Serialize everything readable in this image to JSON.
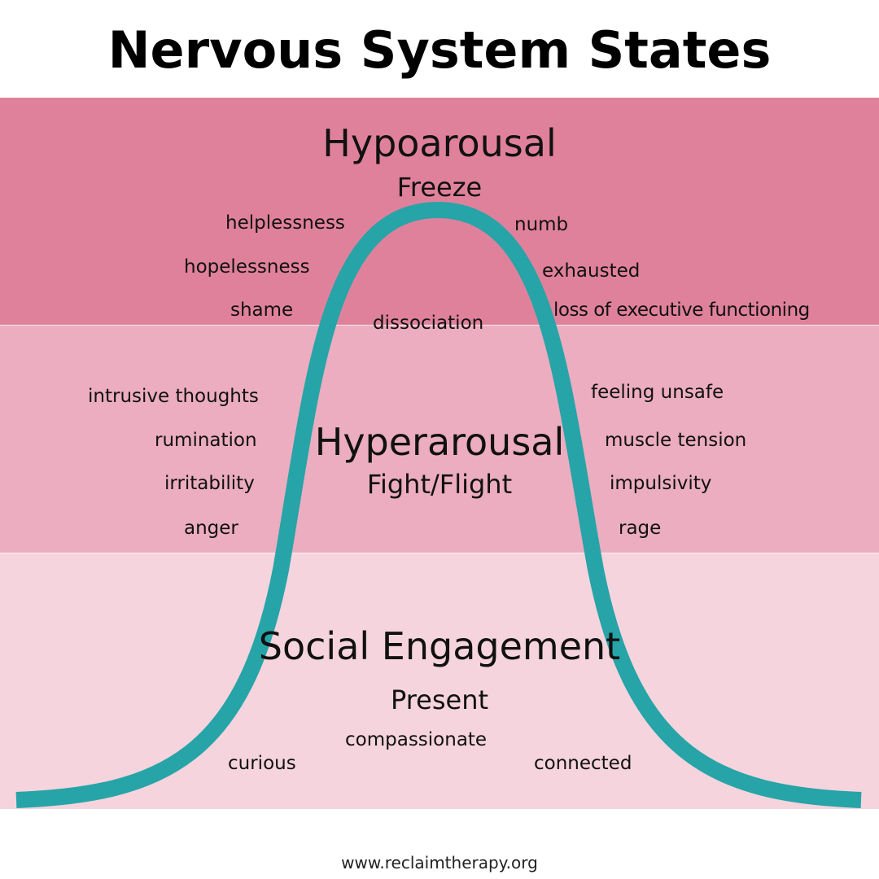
{
  "title": "Nervous System States",
  "colors": {
    "hypo_band": "#E0819C",
    "hyper_band": "#EBADBF",
    "social_band": "#F5D4DD",
    "curve": "#26A4A8",
    "text": "#111111"
  },
  "zones": {
    "hypo": {
      "title": "Hypoarousal",
      "subtitle": "Freeze",
      "left": [
        "helplessness",
        "hopelessness",
        "shame"
      ],
      "center": "dissociation",
      "right": [
        "numb",
        "exhausted",
        "loss of executive functioning"
      ]
    },
    "hyper": {
      "title": "Hyperarousal",
      "subtitle": "Fight/Flight",
      "left": [
        "intrusive thoughts",
        "rumination",
        "irritability",
        "anger"
      ],
      "right": [
        "feeling unsafe",
        "muscle tension",
        "impulsivity",
        "rage"
      ]
    },
    "social": {
      "title": "Social Engagement",
      "subtitle": "Present",
      "words": [
        "curious",
        "compassionate",
        "connected"
      ]
    }
  },
  "footer": "www.reclaimtherapy.org"
}
